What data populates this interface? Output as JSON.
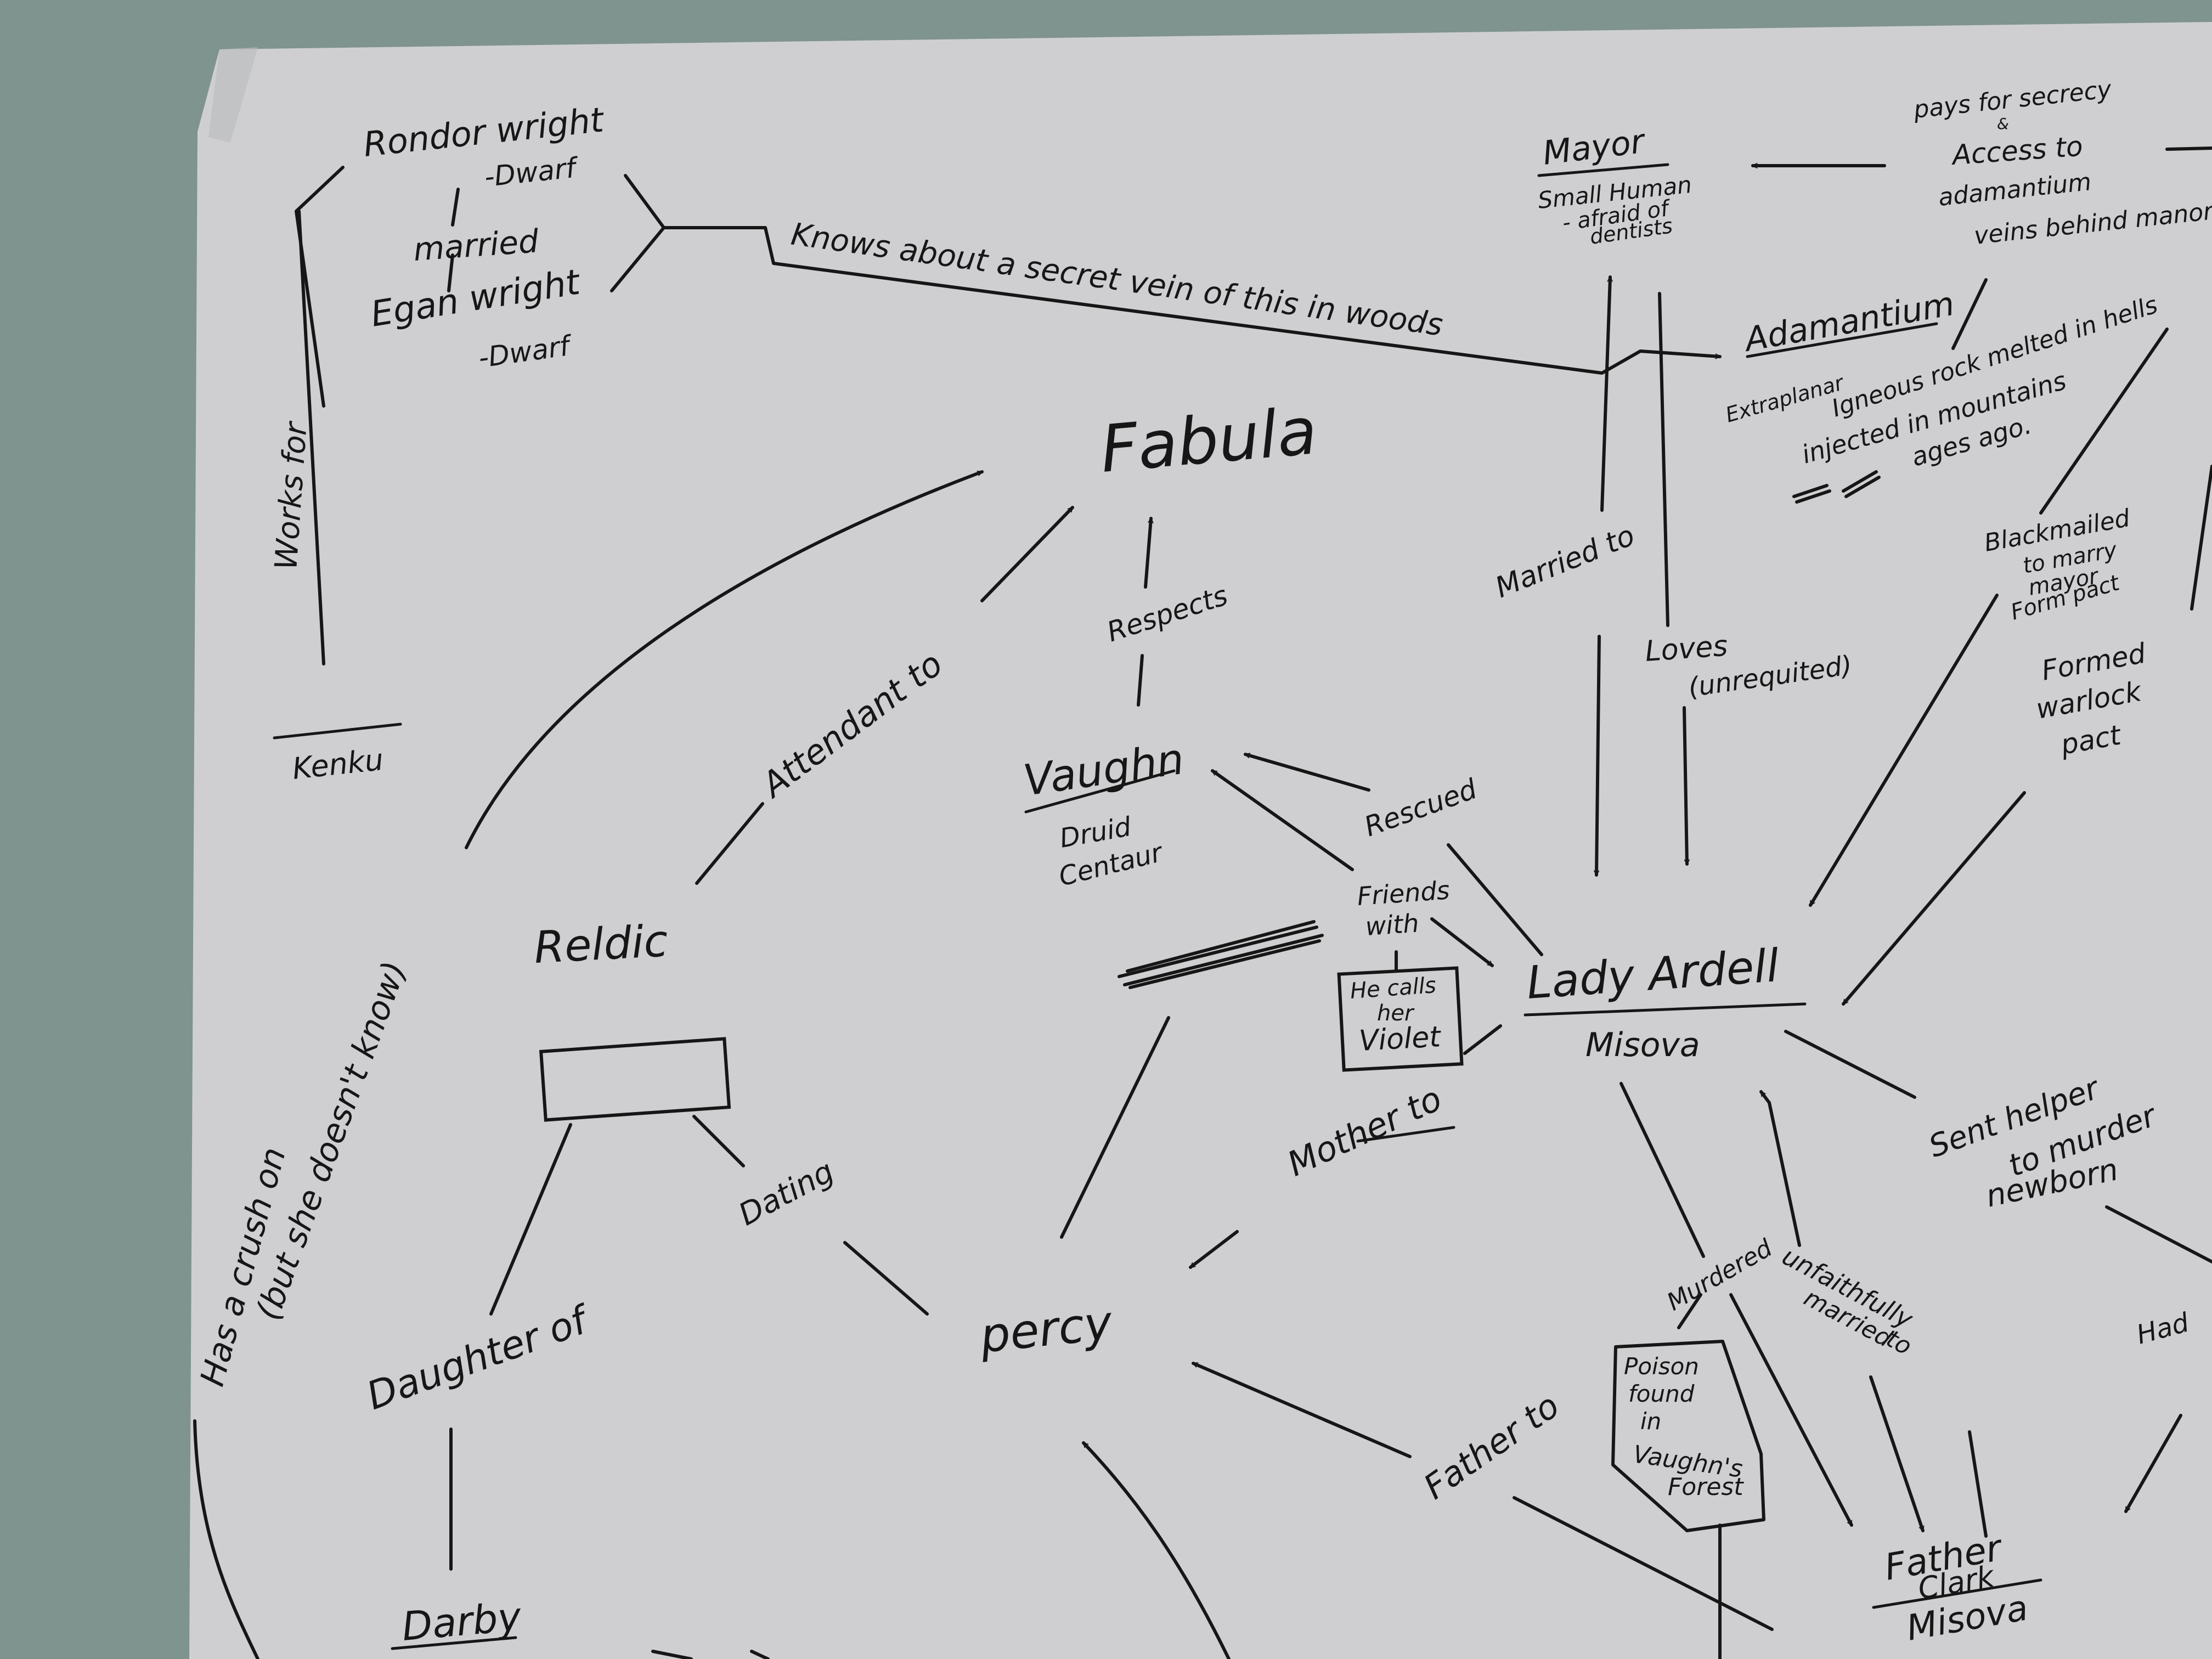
{
  "board": {
    "background_color": "#7f938f",
    "paper_color": "#cfcfd1",
    "ink_color": "#161616"
  },
  "nodes": {
    "rondor": {
      "name": "Rondor wright",
      "race": "-Dwarf"
    },
    "married_label": "married",
    "egan": {
      "name": "Egan wright",
      "race": "-Dwarf"
    },
    "kenku": "Kenku",
    "fabula": "Fabula",
    "mayor": {
      "name": "Mayor",
      "line1": "Small Human",
      "line2": "- afraid of",
      "line3": "dentists"
    },
    "adamantium": {
      "name": "Adamantium",
      "line1": "Extraplanar",
      "line2": "Igneous rock melted in hells",
      "line3": "injected in mountains",
      "line4": "ages ago."
    },
    "vaughn": {
      "name": "Vaughn",
      "line1": "Druid",
      "line2": "Centaur"
    },
    "reldic": "Reldic",
    "lady_ardell": {
      "name": "Lady Ardell",
      "surname": "Misova"
    },
    "violet_box": {
      "line1": "He calls",
      "line2": "her",
      "line3": "Violet"
    },
    "percy": "percy",
    "poison_box": {
      "line1": "Poison",
      "line2": "found",
      "line3": "in",
      "line4": "Vaughn's",
      "line5": "Forest"
    },
    "father_clark": {
      "line1": "Father",
      "line2": "Clark",
      "line3": "Misova"
    },
    "darby": "Darby"
  },
  "edges": {
    "works_for": "Works for",
    "knows_vein": "Knows about a secret vein of this in woods",
    "pays_1": "pays for secrecy",
    "pays_2": "&",
    "pays_3": "Access to",
    "pays_4": "adamantium",
    "pays_5": "veins behind manor",
    "married_to": "Married to",
    "loves_1": "Loves",
    "loves_2": "(unrequited)",
    "blackmailed_1": "Blackmailed",
    "blackmailed_2": "to marry",
    "blackmailed_3": "mayor",
    "blackmailed_4": "Form pact",
    "formed_1": "Formed",
    "formed_2": "warlock",
    "formed_3": "pact",
    "respects": "Respects",
    "attendant_to": "Attendant to",
    "rescued": "Rescued",
    "friends_1": "Friends",
    "friends_2": "with",
    "mother_to": "Mother to",
    "sent_1": "Sent helper",
    "sent_2": "to murder",
    "sent_3": "newborn",
    "crush_1": "Has a crush on",
    "crush_2": "(but she doesn't know)",
    "dating": "Dating",
    "daughter_of": "Daughter of",
    "murdered": "Murdered",
    "unfaithfully_1": "unfaithfully",
    "unfaithfully_2": "married",
    "unfaithfully_3": "to",
    "father_to": "Father to",
    "had": "Had"
  }
}
